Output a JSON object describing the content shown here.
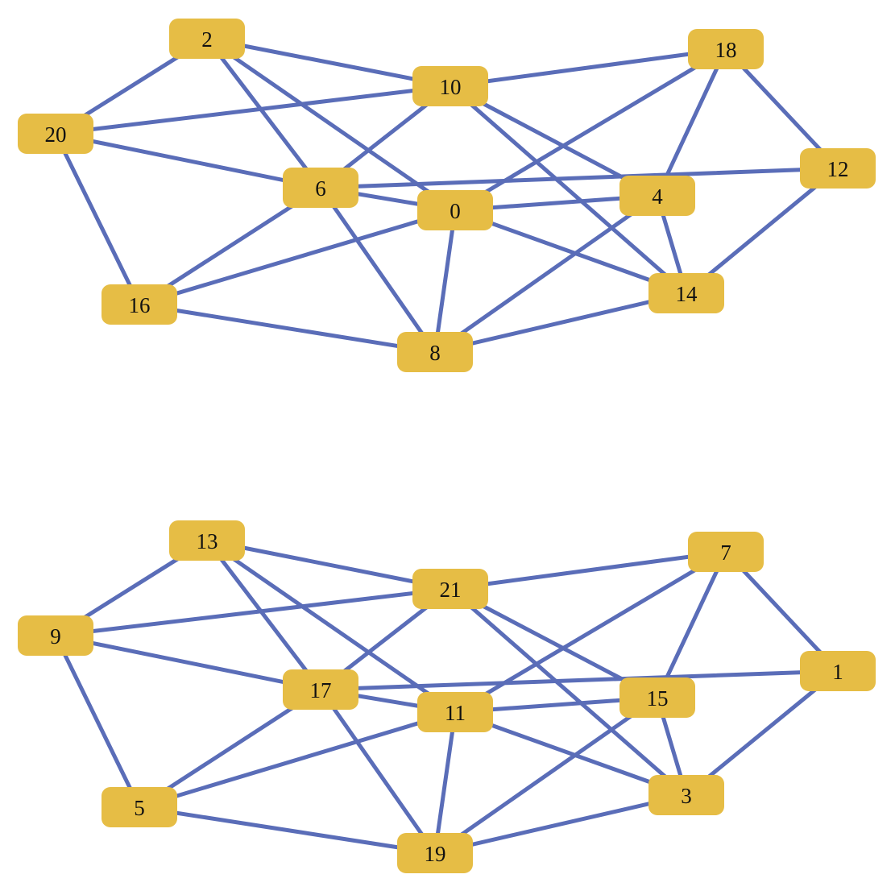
{
  "diagram": {
    "colors": {
      "node_fill": "#e6bd45",
      "edge": "#5a6db8",
      "label": "#111111",
      "background": "#ffffff"
    },
    "nodes": [
      {
        "id": "2",
        "label": "2"
      },
      {
        "id": "10",
        "label": "10"
      },
      {
        "id": "18",
        "label": "18"
      },
      {
        "id": "20",
        "label": "20"
      },
      {
        "id": "12",
        "label": "12"
      },
      {
        "id": "6",
        "label": "6"
      },
      {
        "id": "0",
        "label": "0"
      },
      {
        "id": "4",
        "label": "4"
      },
      {
        "id": "16",
        "label": "16"
      },
      {
        "id": "14",
        "label": "14"
      },
      {
        "id": "8",
        "label": "8"
      },
      {
        "id": "13",
        "label": "13"
      },
      {
        "id": "21",
        "label": "21"
      },
      {
        "id": "7",
        "label": "7"
      },
      {
        "id": "9",
        "label": "9"
      },
      {
        "id": "1",
        "label": "1"
      },
      {
        "id": "17",
        "label": "17"
      },
      {
        "id": "11",
        "label": "11"
      },
      {
        "id": "15",
        "label": "15"
      },
      {
        "id": "5",
        "label": "5"
      },
      {
        "id": "3",
        "label": "3"
      },
      {
        "id": "19",
        "label": "19"
      }
    ],
    "edges": [
      [
        "2",
        "20"
      ],
      [
        "2",
        "10"
      ],
      [
        "2",
        "6"
      ],
      [
        "2",
        "0"
      ],
      [
        "20",
        "10"
      ],
      [
        "20",
        "6"
      ],
      [
        "20",
        "16"
      ],
      [
        "10",
        "18"
      ],
      [
        "10",
        "6"
      ],
      [
        "10",
        "4"
      ],
      [
        "10",
        "14"
      ],
      [
        "18",
        "0"
      ],
      [
        "18",
        "4"
      ],
      [
        "18",
        "12"
      ],
      [
        "6",
        "12"
      ],
      [
        "6",
        "0"
      ],
      [
        "6",
        "16"
      ],
      [
        "6",
        "8"
      ],
      [
        "0",
        "4"
      ],
      [
        "0",
        "16"
      ],
      [
        "0",
        "14"
      ],
      [
        "0",
        "8"
      ],
      [
        "4",
        "14"
      ],
      [
        "4",
        "8"
      ],
      [
        "12",
        "14"
      ],
      [
        "16",
        "8"
      ],
      [
        "14",
        "8"
      ],
      [
        "13",
        "9"
      ],
      [
        "13",
        "21"
      ],
      [
        "13",
        "17"
      ],
      [
        "13",
        "11"
      ],
      [
        "9",
        "21"
      ],
      [
        "9",
        "17"
      ],
      [
        "9",
        "5"
      ],
      [
        "21",
        "7"
      ],
      [
        "21",
        "17"
      ],
      [
        "21",
        "15"
      ],
      [
        "21",
        "3"
      ],
      [
        "7",
        "11"
      ],
      [
        "7",
        "15"
      ],
      [
        "7",
        "1"
      ],
      [
        "17",
        "1"
      ],
      [
        "17",
        "11"
      ],
      [
        "17",
        "5"
      ],
      [
        "17",
        "19"
      ],
      [
        "11",
        "15"
      ],
      [
        "11",
        "5"
      ],
      [
        "11",
        "3"
      ],
      [
        "11",
        "19"
      ],
      [
        "15",
        "3"
      ],
      [
        "15",
        "19"
      ],
      [
        "1",
        "3"
      ],
      [
        "5",
        "19"
      ],
      [
        "3",
        "19"
      ]
    ]
  }
}
